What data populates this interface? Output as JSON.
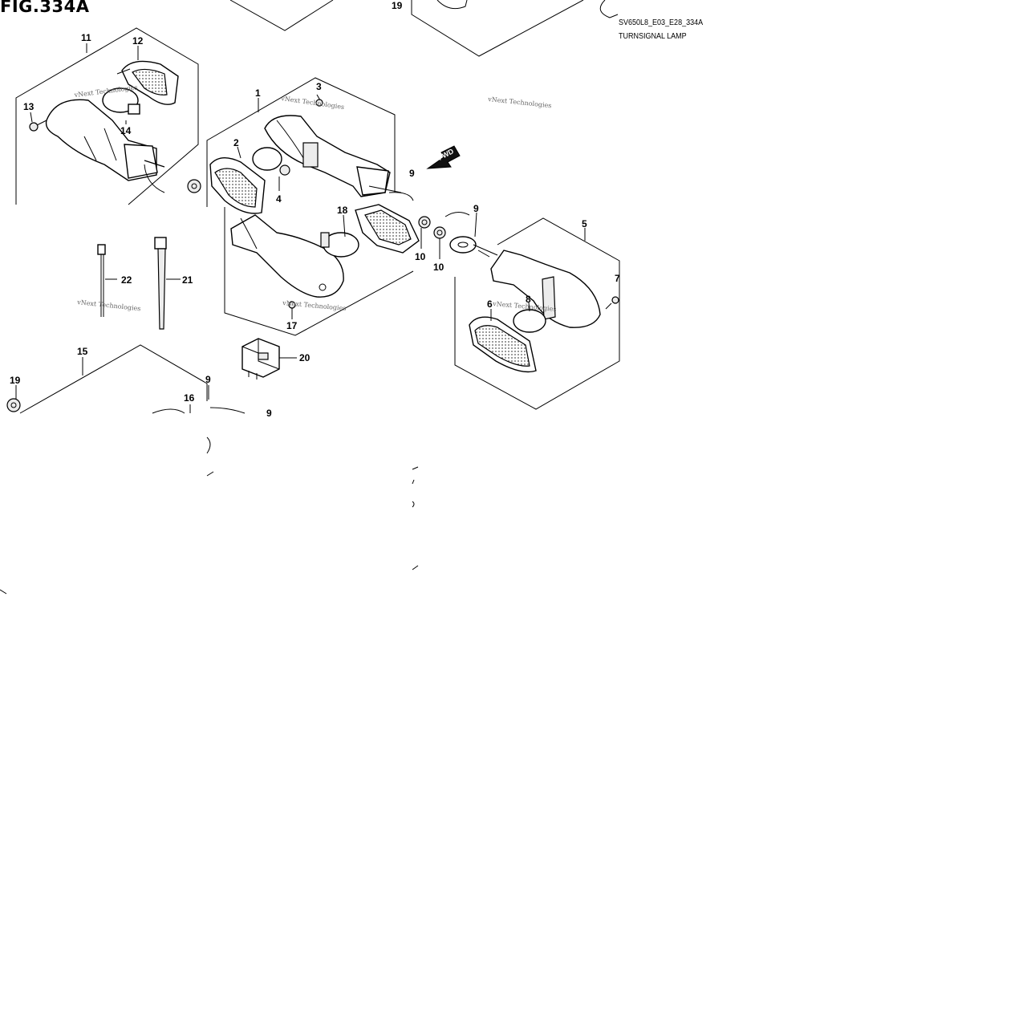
{
  "figure": {
    "title": "FIG.334A",
    "code": "SV650L8_E03_E28_334A",
    "name": "TURNSIGNAL LAMP"
  },
  "arrow_label": "FWD",
  "watermark": "vNext Technologies",
  "callouts": {
    "c1": "1",
    "c2": "2",
    "c3": "3",
    "c4": "4",
    "c5": "5",
    "c6": "6",
    "c7": "7",
    "c8": "8",
    "c9a": "9",
    "c9b": "9",
    "c9c": "9",
    "c9d": "9",
    "c10a": "10",
    "c10b": "10",
    "c11": "11",
    "c12": "12",
    "c13": "13",
    "c14": "14",
    "c15": "15",
    "c16": "16",
    "c17": "17",
    "c18": "18",
    "c19a": "19",
    "c19b": "19",
    "c20": "20",
    "c21": "21",
    "c22": "22"
  }
}
